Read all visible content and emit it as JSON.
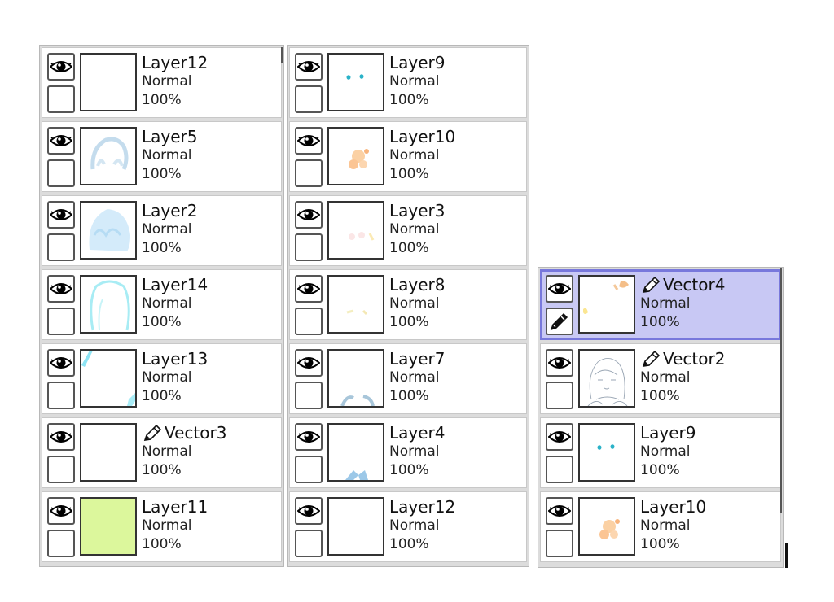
{
  "columns": [
    {
      "id": "col1",
      "layers": [
        {
          "name": "Layer12",
          "blend": "Normal",
          "opacity": "100%",
          "vector": false,
          "selected": false,
          "thumb": "blank"
        },
        {
          "name": "Layer5",
          "blend": "Normal",
          "opacity": "100%",
          "vector": false,
          "selected": false,
          "thumb": "hair-light"
        },
        {
          "name": "Layer2",
          "blend": "Normal",
          "opacity": "100%",
          "vector": false,
          "selected": false,
          "thumb": "hair-blue"
        },
        {
          "name": "Layer14",
          "blend": "Normal",
          "opacity": "100%",
          "vector": false,
          "selected": false,
          "thumb": "outline-cyan"
        },
        {
          "name": "Layer13",
          "blend": "Normal",
          "opacity": "100%",
          "vector": false,
          "selected": false,
          "thumb": "corner-cyan"
        },
        {
          "name": "Vector3",
          "blend": "Normal",
          "opacity": "100%",
          "vector": true,
          "selected": false,
          "thumb": "blank"
        },
        {
          "name": "Layer11",
          "blend": "Normal",
          "opacity": "100%",
          "vector": false,
          "selected": false,
          "thumb": "green-fill"
        }
      ]
    },
    {
      "id": "col2",
      "layers": [
        {
          "name": "Layer9",
          "blend": "Normal",
          "opacity": "100%",
          "vector": false,
          "selected": false,
          "thumb": "eyes"
        },
        {
          "name": "Layer10",
          "blend": "Normal",
          "opacity": "100%",
          "vector": false,
          "selected": false,
          "thumb": "orange"
        },
        {
          "name": "Layer3",
          "blend": "Normal",
          "opacity": "100%",
          "vector": false,
          "selected": false,
          "thumb": "faint-pink"
        },
        {
          "name": "Layer8",
          "blend": "Normal",
          "opacity": "100%",
          "vector": false,
          "selected": false,
          "thumb": "faint-yellow"
        },
        {
          "name": "Layer7",
          "blend": "Normal",
          "opacity": "100%",
          "vector": false,
          "selected": false,
          "thumb": "blue-bottom"
        },
        {
          "name": "Layer4",
          "blend": "Normal",
          "opacity": "100%",
          "vector": false,
          "selected": false,
          "thumb": "blue-bow"
        },
        {
          "name": "Layer12",
          "blend": "Normal",
          "opacity": "100%",
          "vector": false,
          "selected": false,
          "thumb": "blank"
        }
      ]
    },
    {
      "id": "col3",
      "layers": [
        {
          "name": "Vector4",
          "blend": "Normal",
          "opacity": "100%",
          "vector": true,
          "selected": true,
          "thumb": "vector-orange"
        },
        {
          "name": "Vector2",
          "blend": "Normal",
          "opacity": "100%",
          "vector": true,
          "selected": false,
          "thumb": "sketch"
        },
        {
          "name": "Layer9",
          "blend": "Normal",
          "opacity": "100%",
          "vector": false,
          "selected": false,
          "thumb": "eyes"
        },
        {
          "name": "Layer10",
          "blend": "Normal",
          "opacity": "100%",
          "vector": false,
          "selected": false,
          "thumb": "orange"
        }
      ]
    }
  ],
  "icons": {
    "visibility": "eye-icon",
    "lock": "lock-checkbox",
    "vector": "pen-icon"
  },
  "colors": {
    "selected_bg": "#c8c8f4",
    "selected_border": "#7878dc"
  }
}
